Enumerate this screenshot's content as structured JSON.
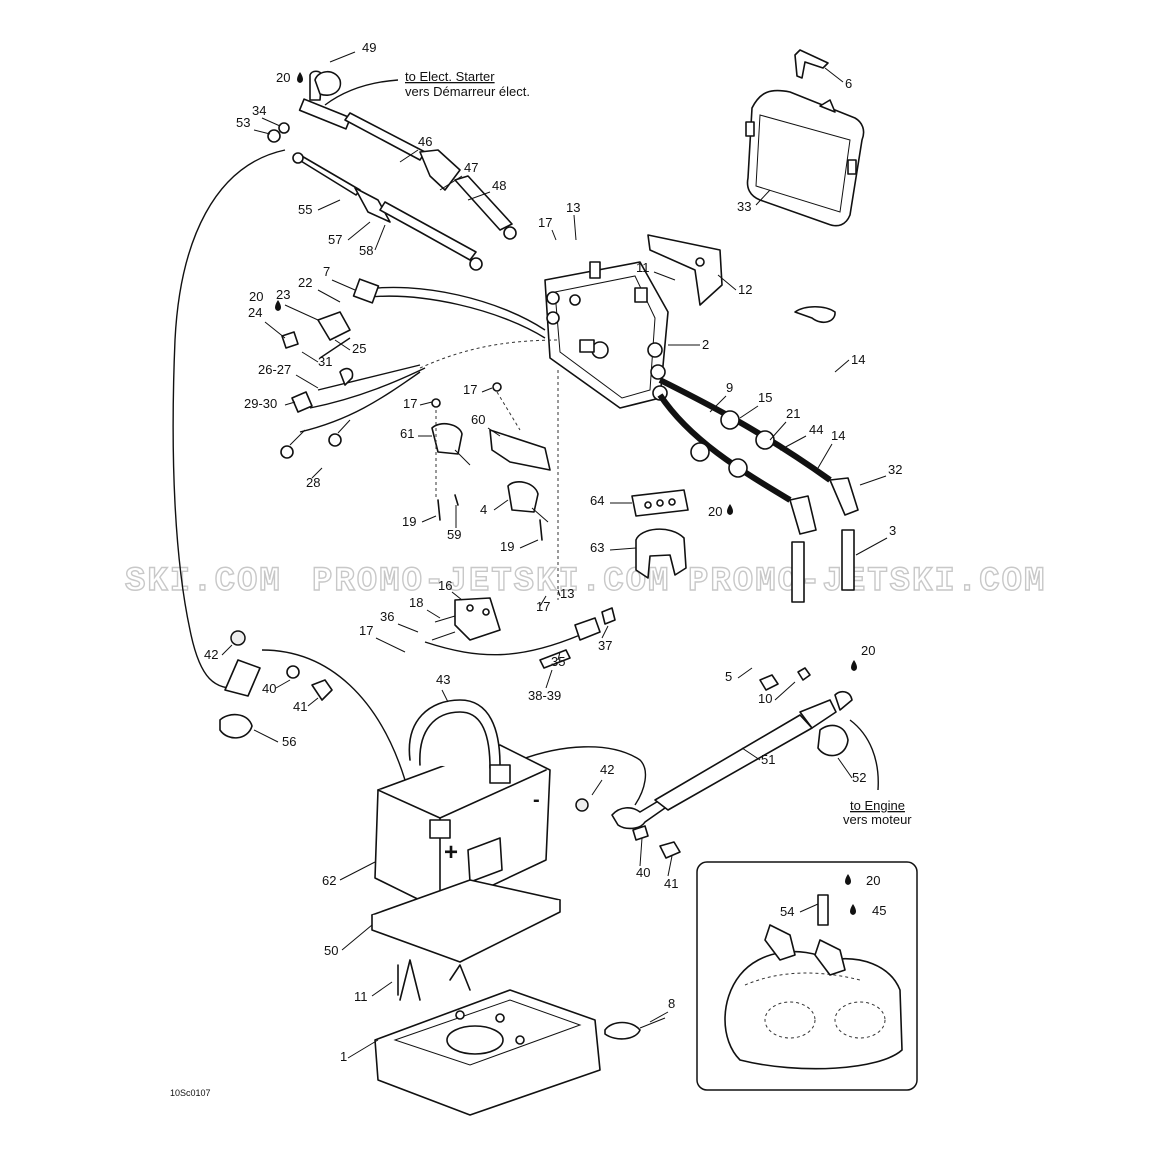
{
  "notes": {
    "starter_en": "to Elect. Starter",
    "starter_fr": "vers Démarreur élect.",
    "engine_en": "to Engine",
    "engine_fr": "vers moteur"
  },
  "watermark": {
    "left": "SKI.COM",
    "middle": "PROMO-JETSKI.COM",
    "right": "PROMO-JETSKI.COM"
  },
  "drawing_code": "10Sc0107",
  "battery_terminals": {
    "positive": "+",
    "negative": "-"
  },
  "icons": [
    "drop-icon"
  ],
  "callouts": [
    {
      "id": "c49",
      "label": "49"
    },
    {
      "id": "c20a",
      "label": "20"
    },
    {
      "id": "c6",
      "label": "6"
    },
    {
      "id": "c34",
      "label": "34"
    },
    {
      "id": "c53",
      "label": "53"
    },
    {
      "id": "c46",
      "label": "46"
    },
    {
      "id": "c47",
      "label": "47"
    },
    {
      "id": "c48",
      "label": "48"
    },
    {
      "id": "c55",
      "label": "55"
    },
    {
      "id": "c33",
      "label": "33"
    },
    {
      "id": "c17a",
      "label": "17"
    },
    {
      "id": "c13a",
      "label": "13"
    },
    {
      "id": "c57",
      "label": "57"
    },
    {
      "id": "c58",
      "label": "58"
    },
    {
      "id": "c7",
      "label": "7"
    },
    {
      "id": "c11a",
      "label": "11"
    },
    {
      "id": "c22",
      "label": "22"
    },
    {
      "id": "c12",
      "label": "12"
    },
    {
      "id": "c20b",
      "label": "20"
    },
    {
      "id": "c23",
      "label": "23"
    },
    {
      "id": "c24",
      "label": "24"
    },
    {
      "id": "c25",
      "label": "25"
    },
    {
      "id": "c2",
      "label": "2"
    },
    {
      "id": "c31",
      "label": "31"
    },
    {
      "id": "c14a",
      "label": "14"
    },
    {
      "id": "c2627",
      "label": "26-27"
    },
    {
      "id": "c17b",
      "label": "17"
    },
    {
      "id": "c9",
      "label": "9"
    },
    {
      "id": "c15",
      "label": "15"
    },
    {
      "id": "c2930",
      "label": "29-30"
    },
    {
      "id": "c17c",
      "label": "17"
    },
    {
      "id": "c60",
      "label": "60"
    },
    {
      "id": "c21",
      "label": "21"
    },
    {
      "id": "c44",
      "label": "44"
    },
    {
      "id": "c14b",
      "label": "14"
    },
    {
      "id": "c61",
      "label": "61"
    },
    {
      "id": "c28",
      "label": "28"
    },
    {
      "id": "c32",
      "label": "32"
    },
    {
      "id": "c64",
      "label": "64"
    },
    {
      "id": "c4",
      "label": "4"
    },
    {
      "id": "c20c",
      "label": "20"
    },
    {
      "id": "c19a",
      "label": "19"
    },
    {
      "id": "c59",
      "label": "59"
    },
    {
      "id": "c3",
      "label": "3"
    },
    {
      "id": "c19b",
      "label": "19"
    },
    {
      "id": "c63",
      "label": "63"
    },
    {
      "id": "c16",
      "label": "16"
    },
    {
      "id": "c17d",
      "label": "17"
    },
    {
      "id": "c13b",
      "label": "13"
    },
    {
      "id": "c18",
      "label": "18"
    },
    {
      "id": "c36",
      "label": "36"
    },
    {
      "id": "c17e",
      "label": "17"
    },
    {
      "id": "c37",
      "label": "37"
    },
    {
      "id": "c35",
      "label": "35"
    },
    {
      "id": "c42a",
      "label": "42"
    },
    {
      "id": "c3839",
      "label": "38-39"
    },
    {
      "id": "c5",
      "label": "5"
    },
    {
      "id": "c20d",
      "label": "20"
    },
    {
      "id": "c10",
      "label": "10"
    },
    {
      "id": "c40a",
      "label": "40"
    },
    {
      "id": "c41a",
      "label": "41"
    },
    {
      "id": "c43",
      "label": "43"
    },
    {
      "id": "c56",
      "label": "56"
    },
    {
      "id": "c52",
      "label": "52"
    },
    {
      "id": "c51",
      "label": "51"
    },
    {
      "id": "c42b",
      "label": "42"
    },
    {
      "id": "c62",
      "label": "62"
    },
    {
      "id": "c40b",
      "label": "40"
    },
    {
      "id": "c41b",
      "label": "41"
    },
    {
      "id": "c20e",
      "label": "20"
    },
    {
      "id": "c54",
      "label": "54"
    },
    {
      "id": "c45",
      "label": "45"
    },
    {
      "id": "c50",
      "label": "50"
    },
    {
      "id": "c11b",
      "label": "11"
    },
    {
      "id": "c8",
      "label": "8"
    },
    {
      "id": "c1",
      "label": "1"
    }
  ]
}
